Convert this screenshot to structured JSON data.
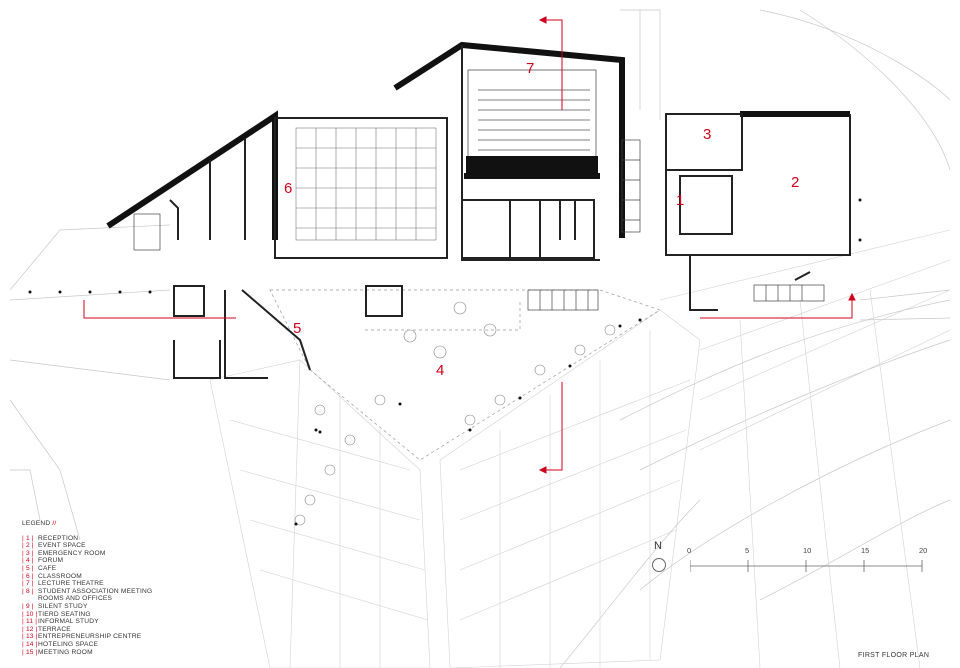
{
  "legend": {
    "title": "LEGEND",
    "title_mark": "//",
    "items": [
      {
        "num": "| 1 |",
        "label": "RECEPTION"
      },
      {
        "num": "| 2 |",
        "label": "EVENT SPACE"
      },
      {
        "num": "| 3 |",
        "label": "EMERGENCY ROOM"
      },
      {
        "num": "| 4 |",
        "label": "FORUM"
      },
      {
        "num": "| 5 |",
        "label": "CAFE"
      },
      {
        "num": "| 6 |",
        "label": "CLASSROOM"
      },
      {
        "num": "| 7 |",
        "label": "LECTURE THEATRE"
      },
      {
        "num": "| 8 |",
        "label": "STUDENT ASSOCIATION MEETING"
      },
      {
        "num": "",
        "label": "ROOMS AND OFFICES"
      },
      {
        "num": "| 9 |",
        "label": "SILENT STUDY"
      },
      {
        "num": "| 10 |",
        "label": "TIERD SEATING"
      },
      {
        "num": "| 11 |",
        "label": "INFORMAL STUDY"
      },
      {
        "num": "| 12 |",
        "label": "TERRACE"
      },
      {
        "num": "| 13 |",
        "label": "ENTREPRENEURSHIP CENTRE"
      },
      {
        "num": "| 14 |",
        "label": "HOTELING SPACE"
      },
      {
        "num": "| 15 |",
        "label": "MEETING ROOM"
      }
    ]
  },
  "plan_title": "FIRST FLOOR PLAN",
  "north_label": "N",
  "scale_labels": [
    "0",
    "5",
    "10",
    "15",
    "20"
  ],
  "room_numbers": {
    "r1": "1",
    "r2": "2",
    "r3": "3",
    "r4": "4",
    "r5": "5",
    "r6": "6",
    "r7": "7"
  },
  "colors": {
    "wall": "#111111",
    "line": "#9a9a9a",
    "section": "#d0021b",
    "accent": "#d0021b"
  }
}
